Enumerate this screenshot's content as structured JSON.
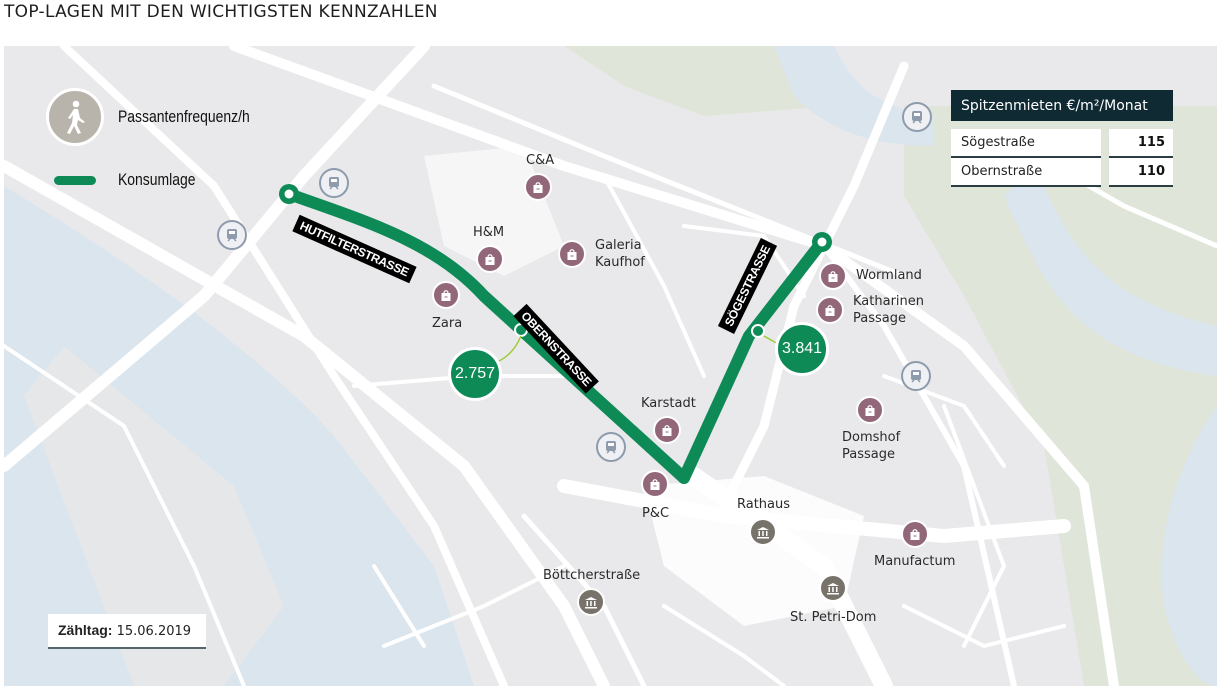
{
  "title": "TOP-LAGEN MIT DEN WICHTIGSTEN KENNZAHLEN",
  "legend": {
    "pedestrian_label": "Passantenfrequenz/h",
    "pedestrian_icon": "pedestrian-icon",
    "consumer_label": "Konsumlage",
    "consumer_color": "#0e8a57"
  },
  "rent_table": {
    "header": "Spitzenmieten €/m²/Monat",
    "rows": [
      {
        "street": "Sögestraße",
        "value": "115"
      },
      {
        "street": "Obernstraße",
        "value": "110"
      }
    ]
  },
  "streets": [
    {
      "name": "HUTFILTERSTRASSE"
    },
    {
      "name": "OBERNSTRASSE"
    },
    {
      "name": "SÖGESTRASSE"
    }
  ],
  "frequencies": [
    {
      "street": "Obernstraße",
      "value": "2.757"
    },
    {
      "street": "Sögestraße",
      "value": "3.841"
    }
  ],
  "shops": [
    {
      "name": "C&A"
    },
    {
      "name": "H&M"
    },
    {
      "name": "Galeria",
      "name2": "Kaufhof"
    },
    {
      "name": "Zara"
    },
    {
      "name": "Karstadt"
    },
    {
      "name": "P&C"
    },
    {
      "name": "Wormland"
    },
    {
      "name": "Katharinen",
      "name2": "Passage"
    },
    {
      "name": "Domshof",
      "name2": "Passage"
    },
    {
      "name": "Manufactum"
    }
  ],
  "landmarks": [
    {
      "name": "Rathaus"
    },
    {
      "name": "St. Petri-Dom"
    },
    {
      "name": "Böttcherstraße"
    }
  ],
  "count_day": {
    "label": "Zähltag:",
    "date": "15.06.2019"
  },
  "colors": {
    "route": "#0e8a57",
    "shop_poi": "#93677a",
    "landmark_poi": "#77736a",
    "train_ring": "#8d9bac",
    "table_header": "#0f2a33",
    "water": "#dae5ee",
    "park": "#dfe5d8",
    "land": "#e9e9eb"
  }
}
